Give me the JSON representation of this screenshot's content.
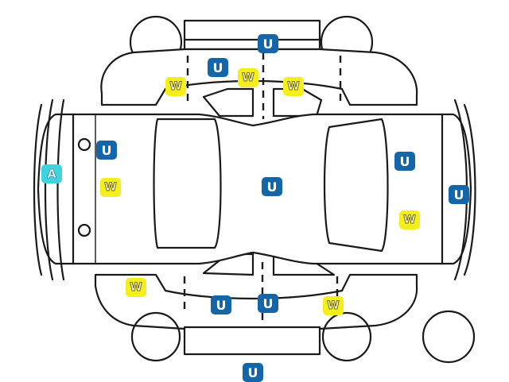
{
  "colors": {
    "u_badge": "#1466a8",
    "w_badge": "#f4ef1c",
    "a_badge": "#3fd3de",
    "outline": "#1a1a1a"
  },
  "damage_markers": [
    {
      "code": "U"
    },
    {
      "code": "U"
    },
    {
      "code": "W"
    },
    {
      "code": "W"
    },
    {
      "code": "W"
    },
    {
      "code": "U"
    },
    {
      "code": "A"
    },
    {
      "code": "W"
    },
    {
      "code": "U"
    },
    {
      "code": "U"
    },
    {
      "code": "U"
    },
    {
      "code": "W"
    },
    {
      "code": "W"
    },
    {
      "code": "U"
    },
    {
      "code": "U"
    },
    {
      "code": "W"
    },
    {
      "code": "U"
    }
  ]
}
